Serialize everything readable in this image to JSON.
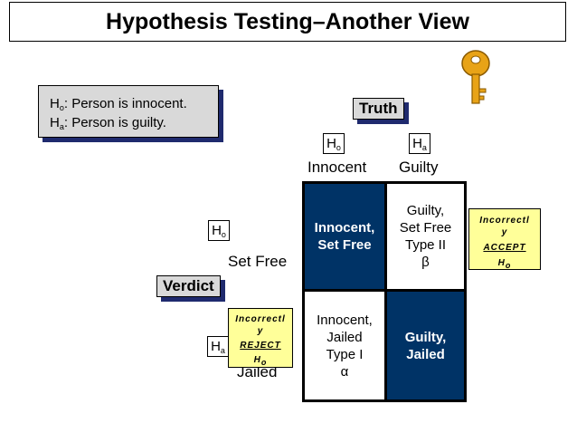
{
  "title": "Hypothesis Testing–Another View",
  "hypotheses": {
    "null_sym": "H",
    "null_sub": "o",
    "null_text": ":  Person is innocent.",
    "alt_sym": "H",
    "alt_sub": "a",
    "alt_text": ":  Person is guilty."
  },
  "truth": {
    "label": "Truth",
    "col1_sym": "H",
    "col1_sub": "o",
    "col1_text": "Innocent",
    "col2_sym": "H",
    "col2_sub": "a",
    "col2_text": "Guilty"
  },
  "verdict": {
    "label": "Verdict",
    "row1_sym": "H",
    "row1_sub": "o",
    "row1_text": "Set Free",
    "row2_sym": "H",
    "row2_sub": "a",
    "row2_text": "Jailed"
  },
  "cells": {
    "tl": [
      "Innocent,",
      "Set Free"
    ],
    "tr": [
      "Guilty,",
      "Set Free",
      "Type II",
      "β"
    ],
    "bl": [
      "Innocent,",
      "Jailed",
      "Type I",
      "α"
    ],
    "br": [
      "Guilty,",
      "Jailed"
    ]
  },
  "notes": {
    "accept": {
      "line1": "Incorrectl",
      "line2": "y",
      "action": "ACCEPT",
      "sym": "H",
      "sub": "o"
    },
    "reject": {
      "line1": "Incorrectl",
      "line2": "y",
      "action": "REJECT",
      "sym": "H",
      "sub": "o"
    }
  },
  "colors": {
    "navy": "#003366",
    "note_yellow": "#ffff99",
    "key_gold": "#e8a317"
  },
  "icons": {
    "key": "key-icon"
  }
}
